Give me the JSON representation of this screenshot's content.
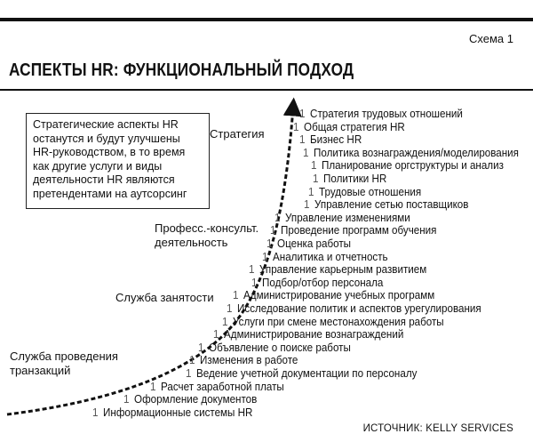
{
  "header": {
    "scheme_label": "Схема 1",
    "title": "АСПЕКТЫ HR: ФУНКЦИОНАЛЬНЫЙ ПОДХОД"
  },
  "note": {
    "lines": [
      "Стратегические аспекты HR",
      "останутся и будут улучшены",
      "HR-руководством, в то время",
      "как другие услуги и виды",
      "деятельности HR являются",
      "претендентами на аутсорсинг"
    ]
  },
  "levels": {
    "strategy": [
      "Стратегия"
    ],
    "consulting": [
      "Професс.-консульт.",
      "деятельность"
    ],
    "employment": [
      "Служба занятости"
    ],
    "transactions": [
      "Служба проведения",
      "транзакций"
    ]
  },
  "item_marker": "1",
  "items": [
    "Стратегия трудовых отношений",
    "Общая стратегия HR",
    "Бизнес HR",
    "Политика вознаграждения/моделирования",
    "Планирование оргструктуры и анализ",
    "Политики HR",
    "Трудовые отношения",
    "Управление сетью поставщиков",
    "Управление изменениями",
    "Проведение программ обучения",
    "Оценка работы",
    "Аналитика и отчетность",
    "Управление карьерным развитием",
    "Подбор/отбор персонала",
    "Администрирование учебных программ",
    "Исследование политик и аспектов урегулирования",
    "Услуги при смене местонахождения работы",
    "Администрирование вознаграждений",
    "Объявление о поиске работы",
    "Изменения в работе",
    "Ведение учетной документации по персоналу",
    "Расчет заработной платы",
    "Оформление документов",
    "Информационные системы HR"
  ],
  "source": "ИСТОЧНИК: KELLY SERVICES"
}
